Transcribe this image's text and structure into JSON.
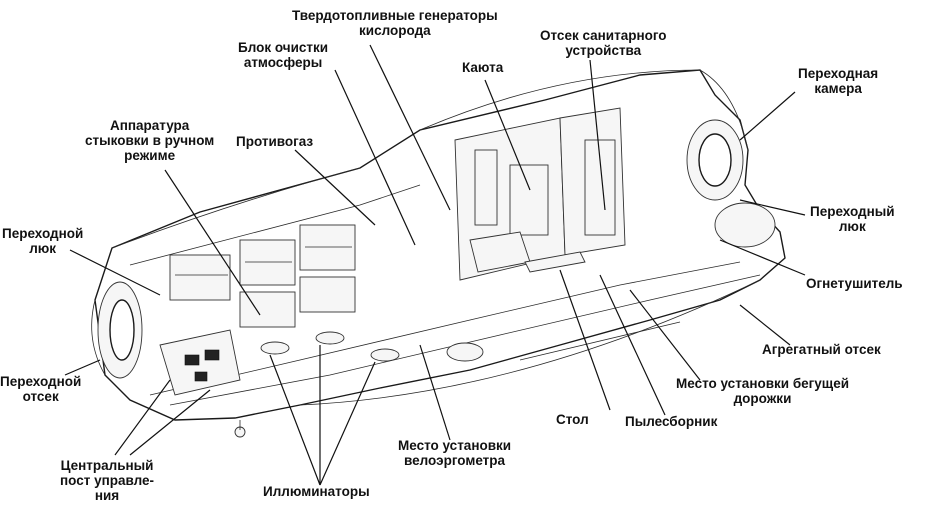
{
  "labels": {
    "solid_fuel_generators": "Твердотопливные генераторы\nкислорода",
    "sanitary_compartment": "Отсек санитарного\nустройства",
    "air_purification_unit": "Блок очистки\nатмосферы",
    "cabin": "Каюта",
    "transfer_chamber": "Переходная\nкамера",
    "manual_docking_equipment": "Аппаратура\nстыковки в ручном\nрежиме",
    "gas_mask": "Противогаз",
    "transfer_hatch_right": "Переходный\nлюк",
    "transfer_hatch_left": "Переходной\nлюк",
    "fire_extinguisher": "Огнетушитель",
    "aggregate_compartment": "Агрегатный отсек",
    "transfer_compartment": "Переходной\nотсек",
    "treadmill_place": "Место установки бегущей\nдорожки",
    "table": "Стол",
    "vacuum_cleaner": "Пылесборник",
    "bicycle_ergometer_place": "Место установки\nвелоэргометра",
    "central_control_post": "Центральный\nпост управле-\nния",
    "portholes": "Иллюминаторы"
  },
  "colors": {
    "ink": "#111111",
    "background": "#ffffff"
  }
}
